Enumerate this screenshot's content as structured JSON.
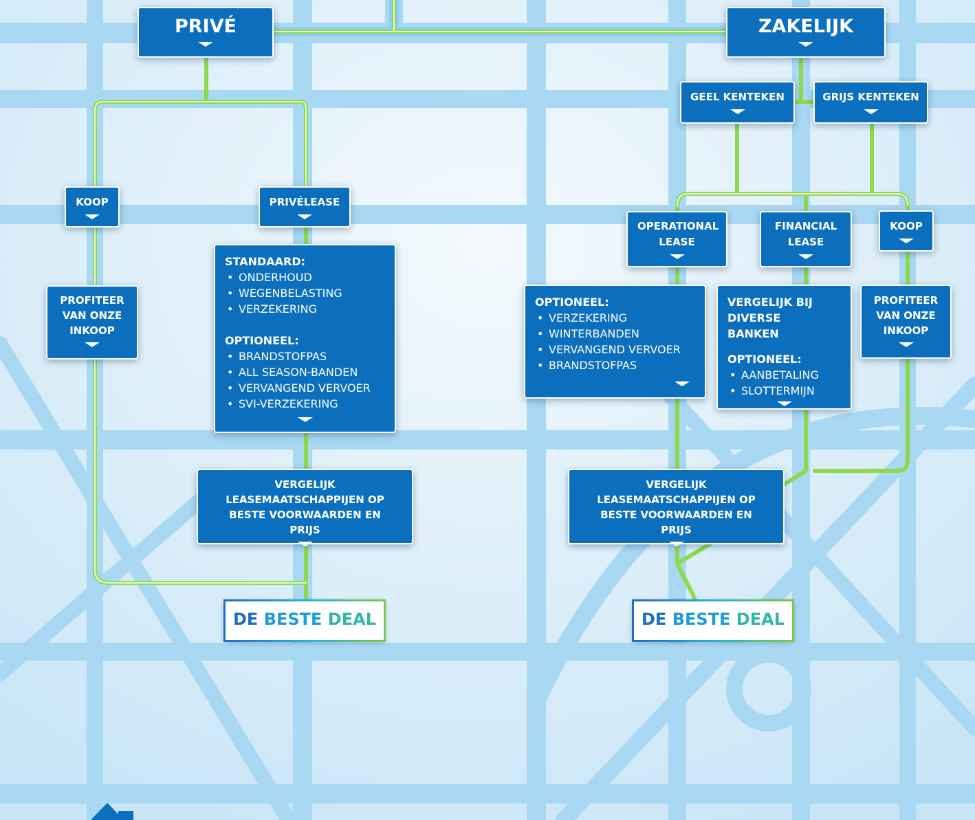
{
  "prive": {
    "title": "PRIVÉ",
    "koop": "KOOP",
    "privelease": "PRIVÉLEASE",
    "profiteer": "PROFITEER VAN ONZE INKOOP",
    "standaard": {
      "heading": "STANDAARD:",
      "items": [
        "ONDERHOUD",
        "WEGENBELASTING",
        "VERZEKERING"
      ]
    },
    "optioneel": {
      "heading": "OPTIONEEL:",
      "items": [
        "BRANDSTOFPAS",
        "ALL SEASON-BANDEN",
        "VERVANGEND VERVOER",
        "SVI-VERZEKERING"
      ]
    },
    "vergelijk": "VERGELIJK LEASEMAATSCHAPPIJEN OP BESTE VOORWAARDEN EN PRIJS",
    "deal": [
      "DE",
      "BESTE",
      "DEAL"
    ]
  },
  "zakelijk": {
    "title": "ZAKELIJK",
    "geel": "GEEL KENTEKEN",
    "grijs": "GRIJS KENTEKEN",
    "operational": "OPERATIONAL LEASE",
    "financial": "FINANCIAL LEASE",
    "koop": "KOOP",
    "operational_opties": {
      "heading": "OPTIONEEL:",
      "items": [
        "VERZEKERING",
        "WINTERBANDEN",
        "VERVANGEND VERVOER",
        "BRANDSTOFPAS"
      ]
    },
    "financial_box": {
      "heading": "VERGELIJK BIJ DIVERSE BANKEN",
      "optioneel_heading": "OPTIONEEL:",
      "items": [
        "AANBETALING",
        "SLOTTERMIJN"
      ]
    },
    "profiteer": "PROFITEER VAN ONZE INKOOP",
    "vergelijk": "VERGELIJK LEASEMAATSCHAPPIJEN OP BESTE VOORWAARDEN EN PRIJS",
    "deal": [
      "DE",
      "BESTE",
      "DEAL"
    ]
  },
  "colors": {
    "box": "#0b6fbd",
    "road": "#a9d8f2",
    "route": "#8fd94e",
    "background": "#d7ecf8"
  }
}
